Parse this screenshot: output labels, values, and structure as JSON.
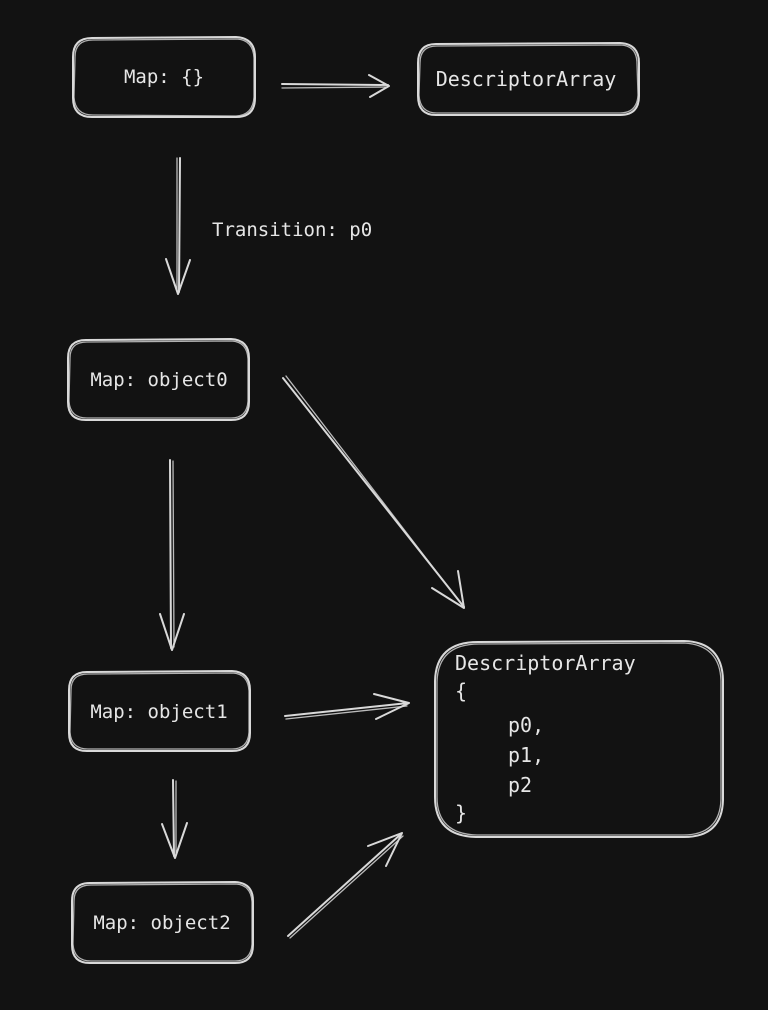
{
  "theme": {
    "background": "#121212",
    "stroke": "#d9d9d9",
    "text": "#e6e6e6"
  },
  "nodes": {
    "map_empty": "Map: {}",
    "descriptor_top": "DescriptorArray",
    "map_object0": "Map: object0",
    "map_object1": "Map: object1",
    "map_object2": "Map: object2",
    "descriptor_main": {
      "title": "DescriptorArray",
      "open_brace": "{",
      "entries": [
        "p0,",
        "p1,",
        "p2"
      ],
      "close_brace": "}"
    }
  },
  "edges": {
    "transition_label": "Transition: p0"
  }
}
